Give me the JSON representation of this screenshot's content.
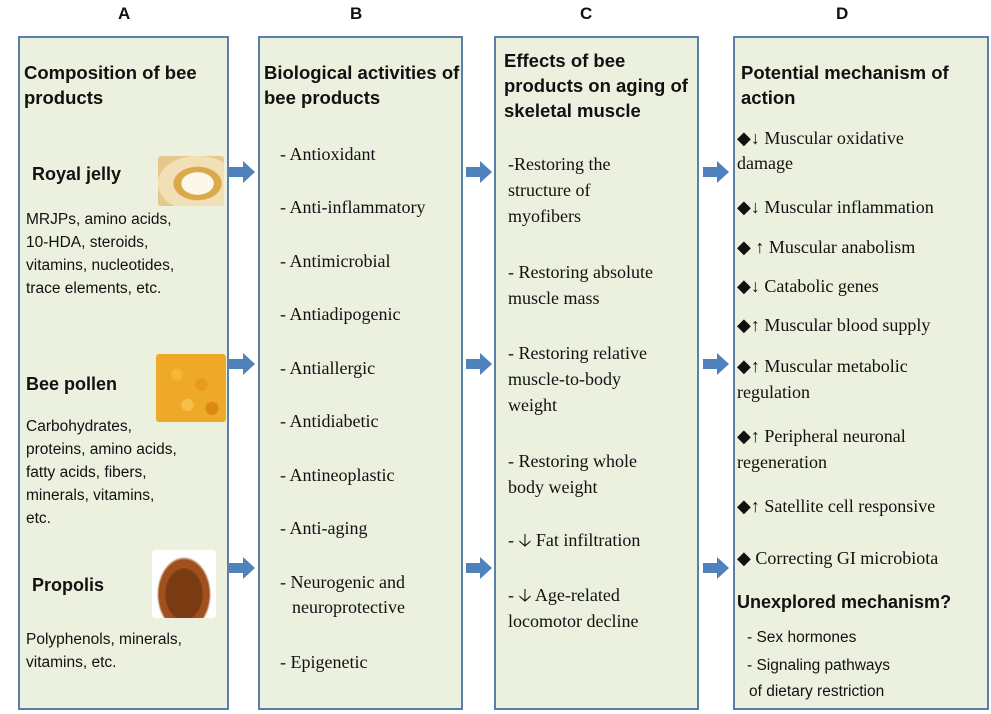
{
  "column_letters": [
    "A",
    "B",
    "C",
    "D"
  ],
  "panel_a": {
    "title": "Composition of bee products",
    "royal_jelly": {
      "name": "Royal jelly",
      "lines": [
        "MRJPs, amino acids,",
        "10-HDA, steroids,",
        "vitamins, nucleotides,",
        "trace elements, etc."
      ]
    },
    "bee_pollen": {
      "name": "Bee pollen",
      "lines": [
        "Carbohydrates,",
        "proteins, amino acids,",
        "fatty acids, fibers,",
        "minerals, vitamins,",
        "etc."
      ]
    },
    "propolis": {
      "name": "Propolis",
      "lines": [
        "Polyphenols, minerals,",
        "vitamins, etc."
      ]
    }
  },
  "panel_b": {
    "title": "Biological activities of bee products",
    "items": [
      "- Antioxidant",
      "- Anti-inflammatory",
      "- Antimicrobial",
      "- Antiadipogenic",
      "- Antiallergic",
      "- Antidiabetic",
      "- Antineoplastic",
      "- Anti-aging",
      "- Neurogenic and",
      "neuroprotective",
      "- Epigenetic"
    ]
  },
  "panel_c": {
    "title": "Effects of bee products on aging of skeletal muscle",
    "items": [
      "-Restoring the",
      "structure of",
      "myofibers",
      "- Restoring absolute",
      "muscle mass",
      "- Restoring relative",
      "muscle-to-body",
      "weight",
      "- Restoring whole",
      "body weight",
      "- 🡣 Fat infiltration",
      "- 🡣 Age-related",
      "locomotor decline"
    ]
  },
  "panel_d": {
    "title": "Potential mechanism of action",
    "items": [
      "◆↓ Muscular oxidative",
      "damage",
      "◆↓ Muscular inflammation",
      "◆ ↑ Muscular anabolism",
      "◆↓ Catabolic genes",
      "◆↑ Muscular blood supply",
      "◆↑ Muscular metabolic",
      "regulation",
      "◆↑ Peripheral neuronal",
      "regeneration",
      "◆↑ Satellite cell responsive",
      "◆ Correcting GI microbiota"
    ],
    "unexplored_title": "Unexplored mechanism?",
    "unexplored_items": [
      "- Sex hormones",
      "- Signaling pathways",
      "of dietary restriction"
    ]
  },
  "colors": {
    "panel_fill": "#ebf1de",
    "panel_border": "#5b7fa6",
    "arrow": "#4f81bd"
  }
}
